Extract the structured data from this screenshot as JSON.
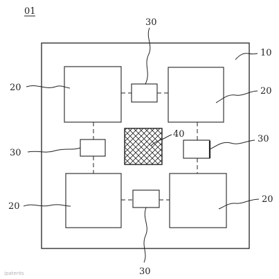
{
  "figure": {
    "label": "01"
  },
  "labels": {
    "outer_box": "10",
    "module": "20",
    "connector": "30",
    "center_block": "40"
  },
  "watermark": {
    "text": "ipatents"
  },
  "colors": {
    "stroke": "#222222",
    "background": "#ffffff"
  }
}
